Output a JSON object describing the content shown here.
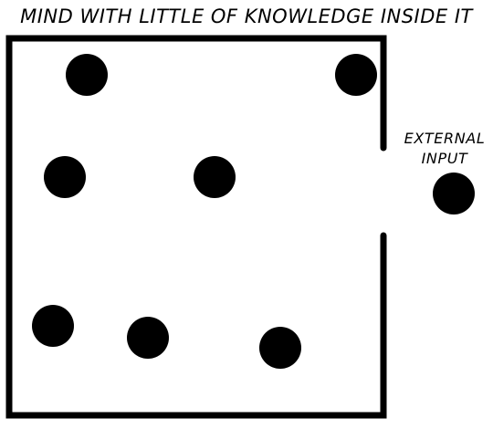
{
  "title": "MIND WITH LITTLE OF KNOWLEDGE INSIDE IT",
  "external_label": {
    "line1": "EXTERNAL",
    "line2": "INPUT"
  },
  "knowledge_dots_count": 7,
  "external_dots_count": 1,
  "colors": {
    "ink": "#000000",
    "background": "#ffffff"
  }
}
